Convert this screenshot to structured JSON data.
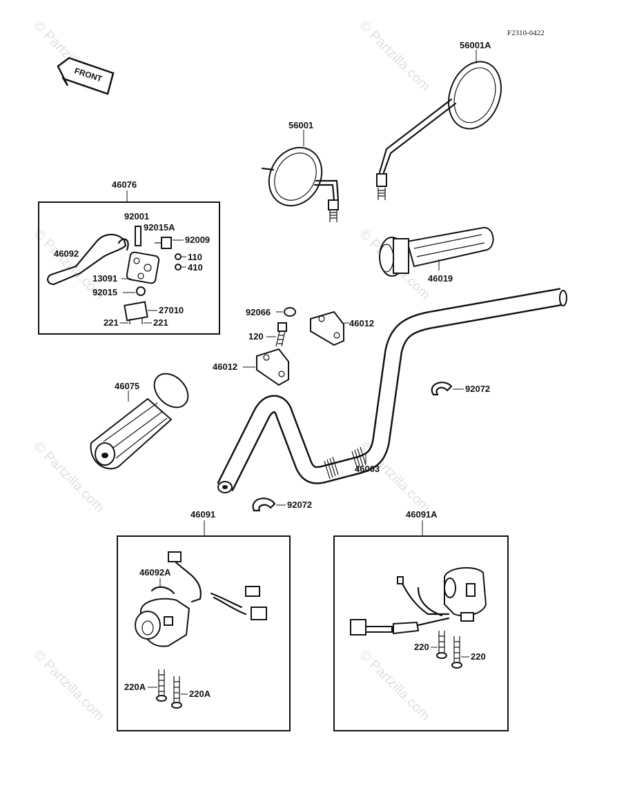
{
  "diagram_code": "F2310-0422",
  "front_arrow_text": "FRONT",
  "watermark": "© Partzilla.com",
  "parts": {
    "p56001A": "56001A",
    "p56001": "56001",
    "p46076": "46076",
    "p92001": "92001",
    "p92015A": "92015A",
    "p92009": "92009",
    "p46092": "46092",
    "p110": "110",
    "p410": "410",
    "p13091": "13091",
    "p92015": "92015",
    "p27010": "27010",
    "p221a": "221",
    "p221b": "221",
    "p46019": "46019",
    "p92066": "92066",
    "p46012a": "46012",
    "p120": "120",
    "p46012b": "46012",
    "p92072a": "92072",
    "p46075": "46075",
    "p46003": "46003",
    "p92072b": "92072",
    "p46091": "46091",
    "p46091A": "46091A",
    "p46092A": "46092A",
    "p220A_a": "220A",
    "p220A_b": "220A",
    "p220a": "220",
    "p220b": "220"
  }
}
